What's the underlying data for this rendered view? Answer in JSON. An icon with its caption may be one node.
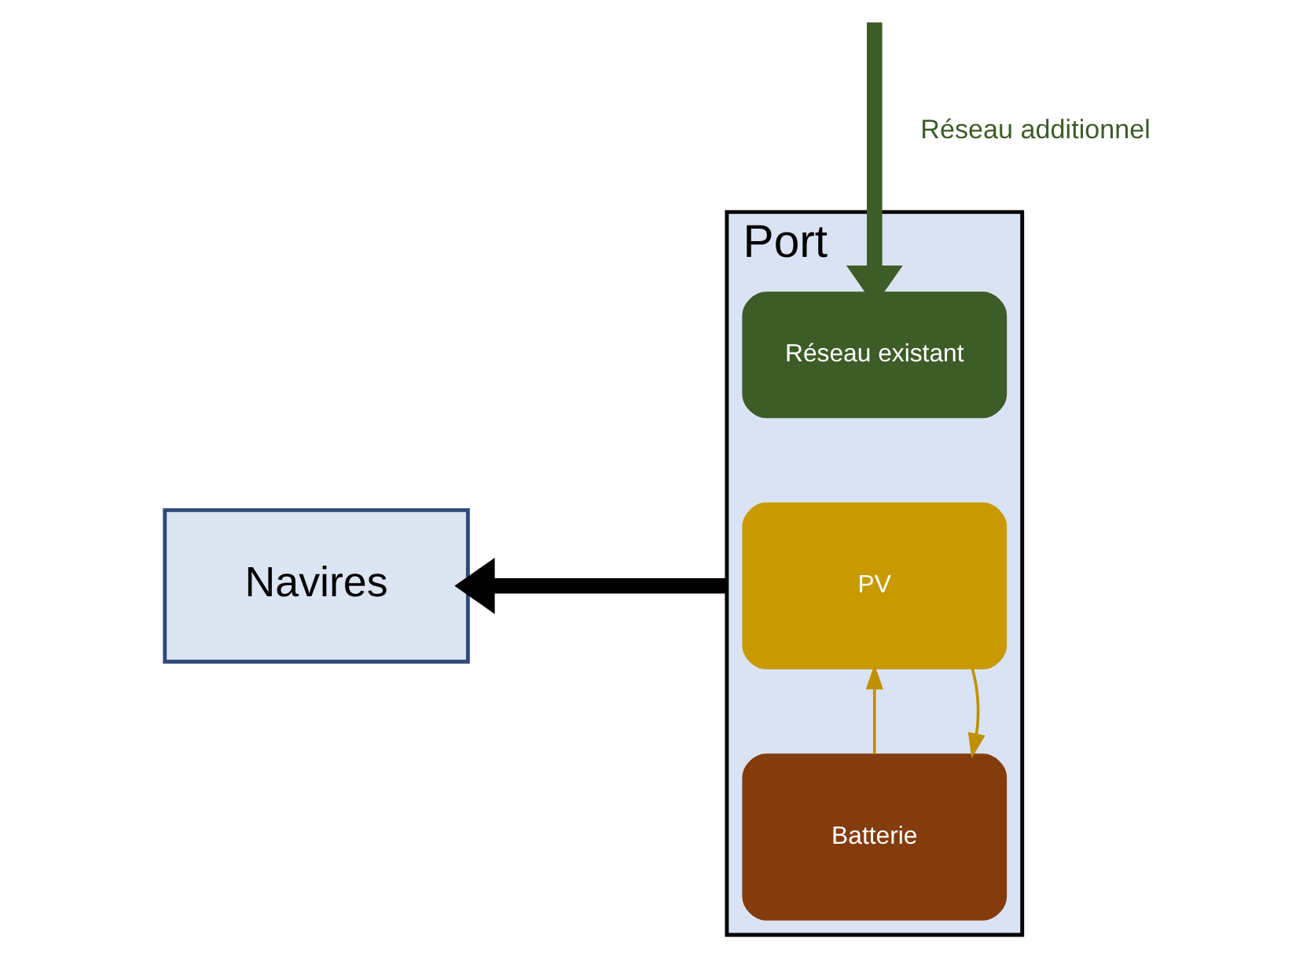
{
  "diagram": {
    "nodes": [
      {
        "text": [
          "Navires"
        ]
      },
      {
        "text": [
          "Port"
        ]
      },
      {
        "text": [
          "Réseau existant"
        ],
        "in": 1
      },
      {
        "text": [
          "PV"
        ],
        "in": 1
      },
      {
        "text": [
          "Batterie"
        ],
        "in": 1
      }
    ],
    "edges": [
      {
        "from": 1,
        "to": 0,
        "arrow": "to",
        "style": "thick",
        "color": "#000000"
      },
      {
        "from": null,
        "to": 2,
        "arrow": "to",
        "label": "Réseau additionnel",
        "style": "thick",
        "color": "#3d5c27"
      },
      {
        "from": 4,
        "to": 3,
        "arrow": "to",
        "color": "#c09000"
      },
      {
        "from": 3,
        "to": 4,
        "arrow": "to",
        "color": "#c09000"
      }
    ]
  }
}
